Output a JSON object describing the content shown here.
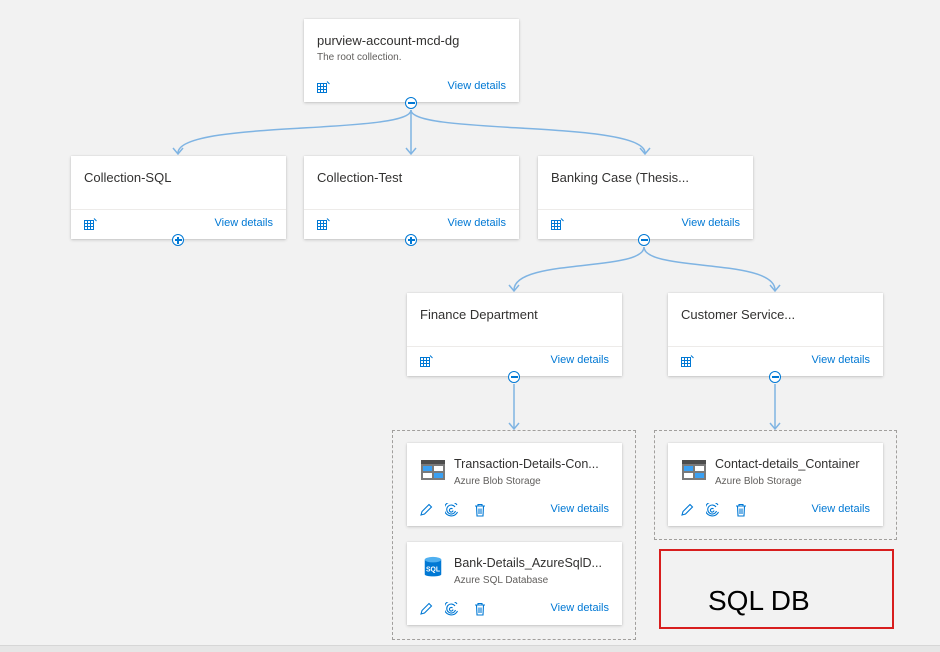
{
  "colors": {
    "accent": "#0078d4",
    "connector": "#7fb4e3",
    "highlight": "#d81e1e"
  },
  "root": {
    "title": "purview-account-mcd-dg",
    "subtitle": "The root collection.",
    "link": "View details",
    "icon": "grid-edit-icon"
  },
  "collections": [
    {
      "title": "Collection-SQL",
      "link": "View details",
      "toggle": "expand"
    },
    {
      "title": "Collection-Test",
      "link": "View details",
      "toggle": "expand"
    },
    {
      "title": "Banking Case (Thesis...",
      "link": "View details",
      "toggle": "collapse"
    }
  ],
  "subcollections": [
    {
      "title": "Finance Department",
      "link": "View details",
      "toggle": "collapse"
    },
    {
      "title": "Customer Service...",
      "link": "View details",
      "toggle": "collapse"
    }
  ],
  "sources": [
    {
      "title": "Transaction-Details-Con...",
      "type": "Azure Blob Storage",
      "icon": "blob-storage-icon",
      "link": "View details"
    },
    {
      "title": "Bank-Details_AzureSqlD...",
      "type": "Azure SQL Database",
      "icon": "sql-database-icon",
      "link": "View details",
      "icon_text": "SQL"
    },
    {
      "title": "Contact-details_Container",
      "type": "Azure Blob Storage",
      "icon": "blob-storage-icon",
      "link": "View details"
    }
  ],
  "annotation": {
    "label": "SQL DB"
  }
}
